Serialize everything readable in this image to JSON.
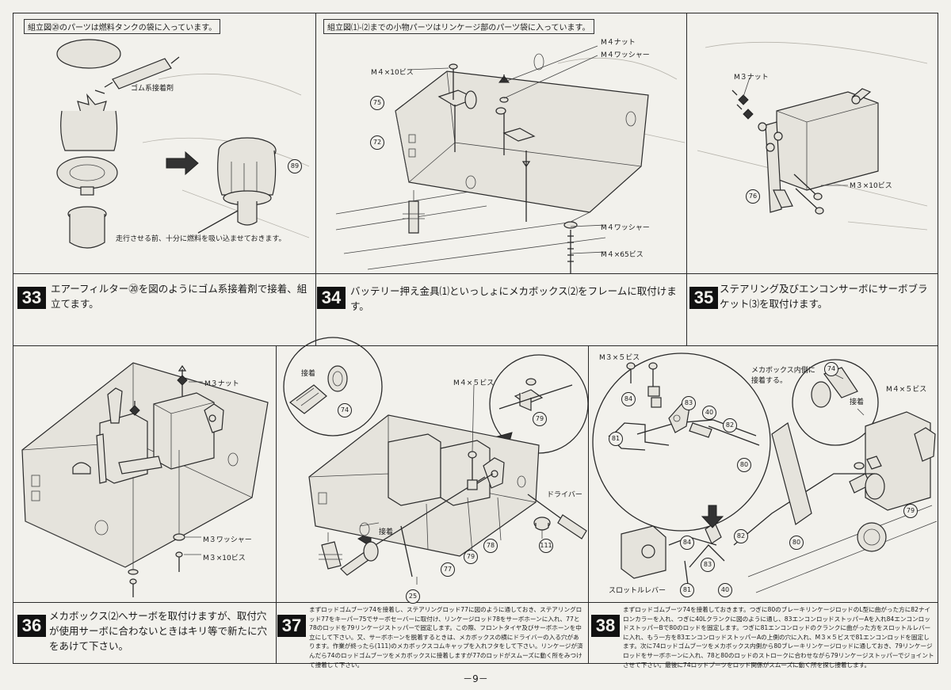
{
  "notes": {
    "p33": "組立図⑳のパーツは燃料タンクの袋に入っています。",
    "p34": "組立図⑴-⑵までの小物パーツはリンケージ部のパーツ袋に入っています。"
  },
  "labels": {
    "glue": "ゴム系接着剤",
    "fuel_note": "走行させる前、十分に燃料を吸い込ませておきます。",
    "m4nut": "M４ナット",
    "m4washer": "M４ワッシャー",
    "m4x10": "M４×10ビス",
    "m4x65": "M４×65ビス",
    "m3nut": "M３ナット",
    "m3x10": "M３×10ビス",
    "m3washer": "M３ワッシャー",
    "m4x5": "M４×５ビス",
    "m3x5": "M３×５ビス",
    "adhesive": "接着",
    "driver": "ドライバー",
    "inner_side": "メカボックス内側に\n接着する。",
    "throttle": "スロットルレバー"
  },
  "parts": {
    "p89": "89",
    "p75": "75",
    "p72": "72",
    "p76": "76",
    "p74": "74",
    "p79": "79",
    "p77": "77",
    "p78": "78",
    "p25": "25",
    "p111": "111",
    "p80": "80",
    "p81": "81",
    "p82": "82",
    "p83": "83",
    "p84": "84",
    "p40": "40"
  },
  "steps": [
    {
      "no": "33",
      "text": "エアーフィルター⑳を図のようにゴム系接着剤で接着、組立てます。"
    },
    {
      "no": "34",
      "text": "バッテリー押え金具⑴といっしょにメカボックス⑵をフレームに取付けます。"
    },
    {
      "no": "35",
      "text": "ステアリング及びエンコンサーボにサーボブラケット⑶を取付けます。"
    },
    {
      "no": "36",
      "text": "メカボックス⑵へサーボを取付けますが、取付穴が使用サーボに合わないときはキリ等で新たに穴をあけて下さい。"
    },
    {
      "no": "37",
      "text": "まずロッドゴムブーツ74を接着し、ステアリングロッド77に図のように通しておき、ステアリングロッド77をキーパー75でサーボセーバーに取付け、リンケージロッド78をサーボホーンに入れ、77と78のロッドを79リンケージストッパーで固定します。この際、フロントタイヤ及びサーボホーンを中立にして下さい。又、サーボホーンを脱着するときは、メカボックスの横にドライバーの入る穴があります。作業が終ったら(111)のメカボックスコムキャップを入れフタをして下さい。リンケージが済んだら74のロッドゴムブーツをメカボックスに接着しますが77のロッドがスムーズに動く所をみつけて接着して下さい。"
    },
    {
      "no": "38",
      "text": "まずロッドゴムブーツ74を接着しておきます。つぎに80のブレーキリンケージロッドのL型に曲がった方に82ナイロンカラーを入れ、つぎに40Lクランクに図のように通し、83エンコンロッドストッパーAを入れ84エンコンロッドストッパーBで80のロッドを固定します。つぎに81エンコンロッドのクランクに曲がった方をスロットルレバーに入れ、もう一方を83エンコンロッドストッパーAの上側の穴に入れ、M３×５ビスで81エンコンロッドを固定します。次に74ロッドゴムブーツをメカボックス内側から80ブレーキリンケージロッドに通しておき、79リンケージロッドをサーボホーンに入れ、78と80のロッドのストロークに合わせながら79リンケージストッパーでジョイントさせて下さい。最後に74ロッドブーツをロッド関係がスムーズに動く所を探し接着します。"
    }
  ],
  "page_number": "－9－"
}
